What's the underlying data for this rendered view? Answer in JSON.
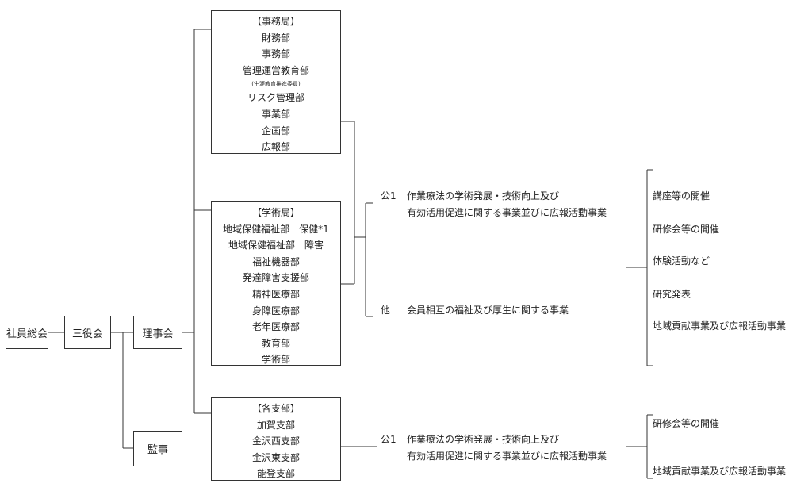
{
  "nodes": {
    "general_meeting": "社員総会",
    "three_officers": "三役会",
    "board": "理事会",
    "auditor": "監事"
  },
  "secretariat": {
    "title": "【事務局】",
    "items": [
      "財務部",
      "事務部",
      "管理運営教育部",
      "(生涯教育推進委員)",
      "リスク管理部",
      "事業部",
      "企画部",
      "広報部"
    ]
  },
  "academic": {
    "title": "【学術局】",
    "items": [
      "地域保健福祉部　保健*1",
      "地域保健福祉部　障害",
      "福祉機器部",
      "発達障害支援部",
      "精神医療部",
      "身障医療部",
      "老年医療部",
      "教育部",
      "学術部"
    ]
  },
  "branches": {
    "title": "【各支部】",
    "items": [
      "加賀支部",
      "金沢西支部",
      "金沢東支部",
      "能登支部"
    ]
  },
  "projects_main": {
    "pub1_code": "公1",
    "pub1_line1": "作業療法の学術発展・技術向上及び",
    "pub1_line2": "有効活用促進に関する事業並びに広報活動事業",
    "other_code": "他",
    "other_text": "会員相互の福祉及び厚生に関する事業"
  },
  "activities_main": [
    "講座等の開催",
    "研修会等の開催",
    "体験活動など",
    "研究発表",
    "地域貢献事業及び広報活動事業"
  ],
  "projects_branch": {
    "pub1_code": "公1",
    "pub1_line1": "作業療法の学術発展・技術向上及び",
    "pub1_line2": "有効活用促進に関する事業並びに広報活動事業"
  },
  "activities_branch": [
    "研修会等の開催",
    "地域貢献事業及び広報活動事業"
  ]
}
